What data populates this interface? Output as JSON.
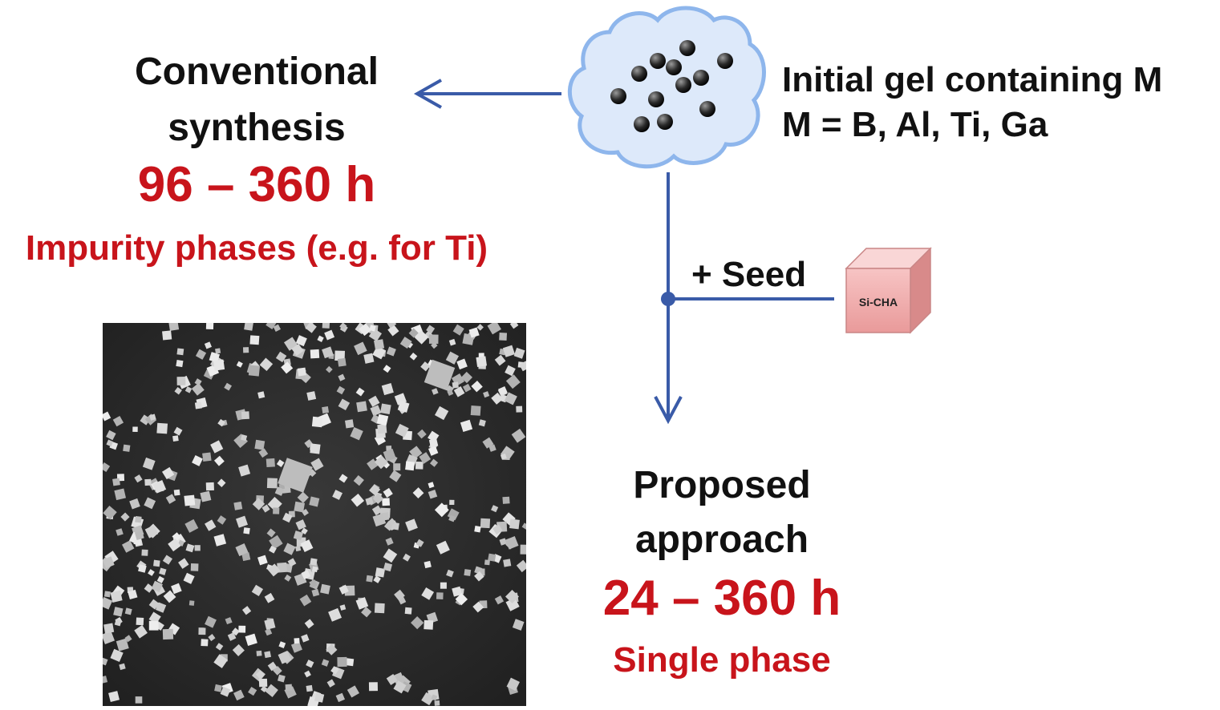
{
  "conventional": {
    "title_lines": [
      "Conventional",
      "synthesis"
    ],
    "time": "96 – 360 h",
    "note": "Impurity phases (e.g. for Ti)"
  },
  "gel": {
    "lines": [
      "Initial gel containing M",
      "M = B, Al, Ti, Ga"
    ]
  },
  "seed": {
    "label": "+ Seed",
    "cube_label": "Si-CHA"
  },
  "proposed": {
    "title_lines": [
      "Proposed",
      "approach"
    ],
    "time": "24 – 360 h",
    "note": "Single phase"
  },
  "colors": {
    "arrow": "#3a5ba8",
    "accent_red": "#c8141b",
    "cloud_fill": "#dde9fa",
    "cloud_stroke": "#8eb6ec",
    "cube_front": "#f2aeae",
    "sem_background": "#2a2a2a",
    "sem_crystal": "#d4d4d4"
  }
}
